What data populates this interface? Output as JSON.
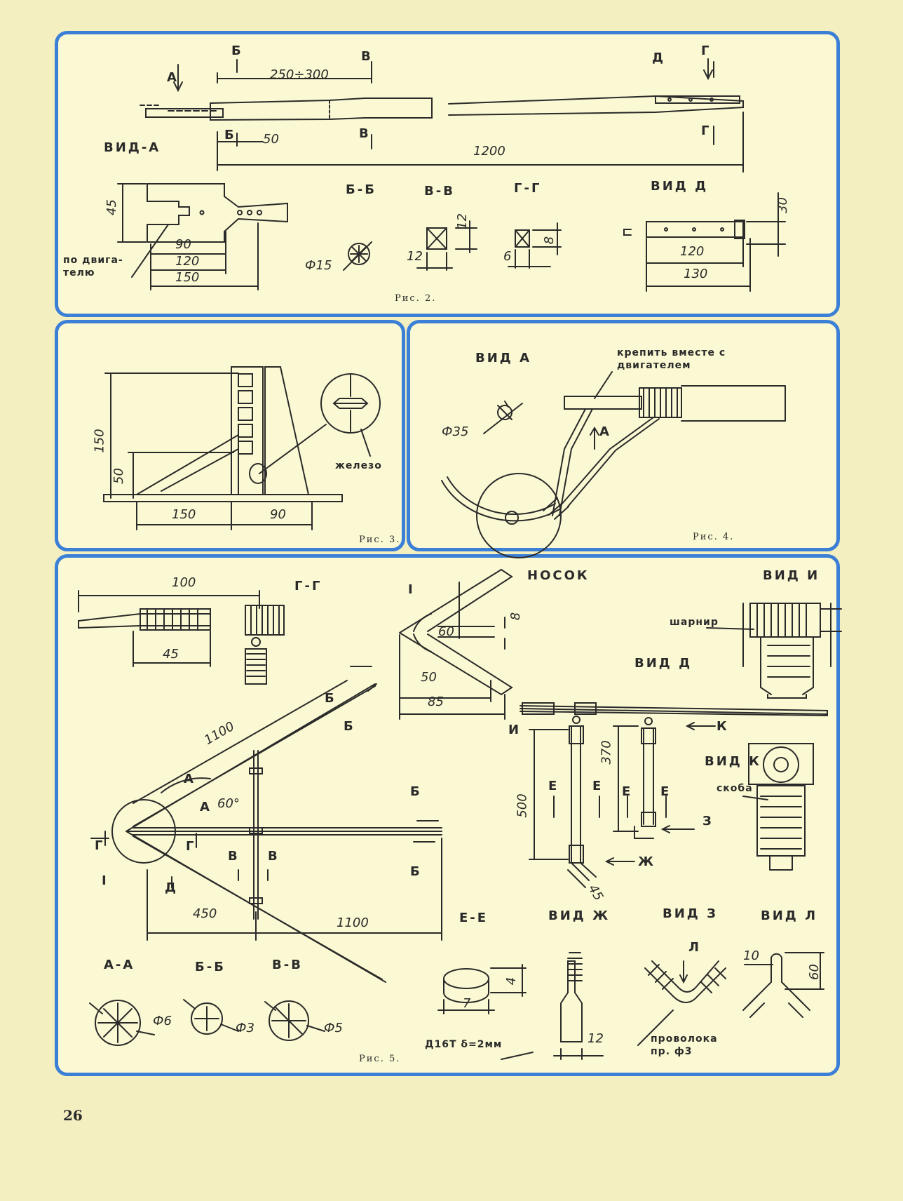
{
  "page_number": "26",
  "fig2": {
    "caption": "Рис. 2.",
    "view_a": "ВИД-А",
    "arrow_a": "А",
    "cut_b": "Б",
    "cut_v": "В",
    "cut_d": "Д",
    "cut_g": "Г",
    "dim_250_300": "250÷300",
    "dim_50": "50",
    "dim_1200": "1200",
    "dim_45": "45",
    "dim_90": "90",
    "dim_120": "120",
    "dim_150": "150",
    "note_engine": "по двига-\nтелю",
    "sec_bb": "Б-Б",
    "phi15": "Ф15",
    "sec_vv": "В-В",
    "vv_12a": "12",
    "vv_12b": "12",
    "sec_gg": "Г-Г",
    "gg_6": "6",
    "gg_8": "8",
    "view_d": "ВИД Д",
    "d_30": "30",
    "d_120": "120",
    "d_130": "130"
  },
  "fig3": {
    "caption": "Рис. 3.",
    "dim_150v": "150",
    "dim_50": "50",
    "dim_150h": "150",
    "dim_90": "90",
    "note_iron": "железо"
  },
  "fig4": {
    "caption": "Рис. 4.",
    "view_a": "ВИД А",
    "note_fix": "крепить вместе с\nдвигателем",
    "phi35": "Ф35",
    "arrow_a": "А"
  },
  "fig5": {
    "caption": "Рис. 5.",
    "sec_gg": "Г-Г",
    "gg_100": "100",
    "gg_45": "45",
    "roman_i": "I",
    "nosok": "НОСОК",
    "angle_60": "60",
    "n_8": "8",
    "n_50": "50",
    "n_85": "85",
    "view_i": "ВИД И",
    "hinge": "шарнир",
    "view_d": "ВИД Д",
    "m_1100a": "1100",
    "m_1100b": "1100",
    "m_450": "450",
    "m_60": "60°",
    "l_a": "А",
    "l_b": "Б",
    "l_v": "В",
    "l_g": "Г",
    "l_d": "Д",
    "l_i": "И",
    "l_k": "К",
    "l_e": "Е",
    "l_z": "З",
    "l_zh": "Ж",
    "d_370": "370",
    "d_500": "500",
    "d_45": "45",
    "view_k": "ВИД К",
    "bracket": "скоба",
    "sec_aa": "А-А",
    "phi6": "Ф6",
    "sec_bb": "Б-Б",
    "phi3": "Ф3",
    "sec_vv": "В-В",
    "phi5": "Ф5",
    "sec_ee": "Е-Е",
    "ee_4": "4",
    "ee_7": "7",
    "material": "Д16Т δ=2мм",
    "view_zh": "ВИД Ж",
    "zh_12": "12",
    "view_z": "ВИД З",
    "z_l": "Л",
    "wire": "проволока\nпр. ф3",
    "view_l": "ВИД Л",
    "l_10": "10",
    "l_60": "60"
  },
  "colors": {
    "paper": "#f4efc0",
    "panel": "#fbf9d3",
    "border": "#3b7fd6",
    "ink": "#2a2a2a"
  }
}
